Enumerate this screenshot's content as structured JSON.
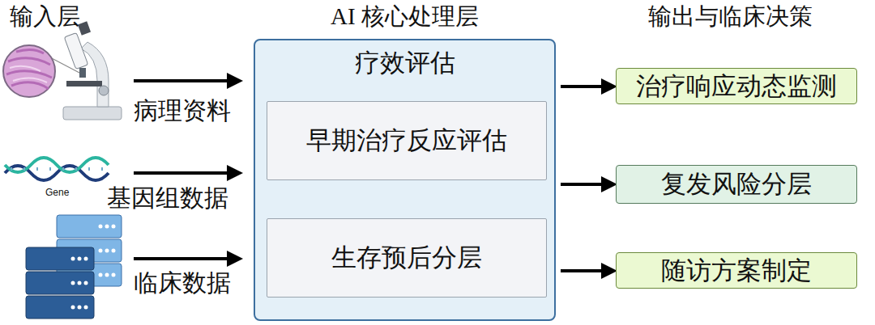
{
  "diagram": {
    "nodes": [
      {
        "text": [
          "AI 核心处理层",
          "疗效评估"
        ]
      },
      {
        "text": [
          "早期治疗反应评估"
        ],
        "in": 0
      },
      {
        "text": [
          "生存预后分层"
        ],
        "in": 0
      },
      {
        "text": [
          "治疗响应动态监测"
        ]
      },
      {
        "text": [
          "复发风险分层"
        ]
      },
      {
        "text": [
          "随访方案制定"
        ]
      }
    ],
    "edges": [
      {
        "from": 0,
        "to": 3,
        "arrow": "to"
      },
      {
        "from": 0,
        "to": 4,
        "arrow": "to"
      },
      {
        "from": 0,
        "to": 5,
        "arrow": "to"
      }
    ],
    "labels": [
      "输入层",
      "病理资料",
      "Gene",
      "基因组数据",
      "临床数据",
      "输出与临床决策"
    ]
  }
}
